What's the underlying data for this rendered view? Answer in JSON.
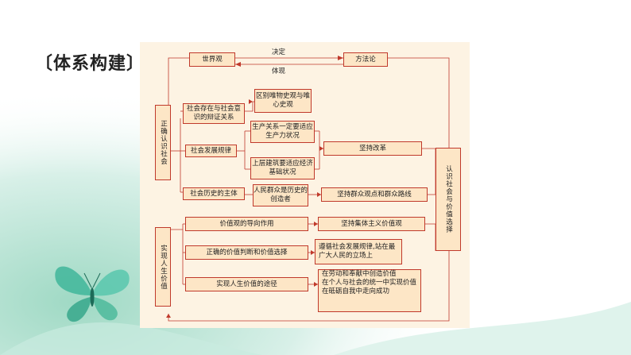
{
  "heading": "〔体系构建〕",
  "nodes": {
    "worldview": "世界观",
    "methodology": "方法论",
    "decides": "决定",
    "embodies": "体现",
    "understand_society": "正确认识社会",
    "life_value": "实现人生价值",
    "right_column": "认识社会与价值选择",
    "existence_consciousness": "社会存在与社会意识的辩证关系",
    "distinguish": "区别唯物史观与唯心史观",
    "dev_law": "社会发展规律",
    "production_relations": "生产关系一定要适应生产力状况",
    "superstructure": "上层建筑要适应经济基础状况",
    "reform": "坚持改革",
    "history_subject": "社会历史的主体",
    "masses_creators": "人民群众是历史的创造者",
    "mass_line": "坚持群众观点和群众路线",
    "value_guidance": "价值观的导向作用",
    "collectivism": "坚持集体主义价值观",
    "judgment_choice": "正确的价值判断和价值选择",
    "follow_law": "遵循社会发展规律,站在最广大人民的立场上",
    "realize_path": "实现人生价值的途径",
    "path_1": "在劳动和奉献中创造价值",
    "path_2": "在个人与社会的统一中实现价值",
    "path_3": "在砥砺自我中走向成功"
  },
  "colors": {
    "border": "#c0392b",
    "box_fill": "#fde6c6",
    "panel": "#fdf3e3"
  }
}
